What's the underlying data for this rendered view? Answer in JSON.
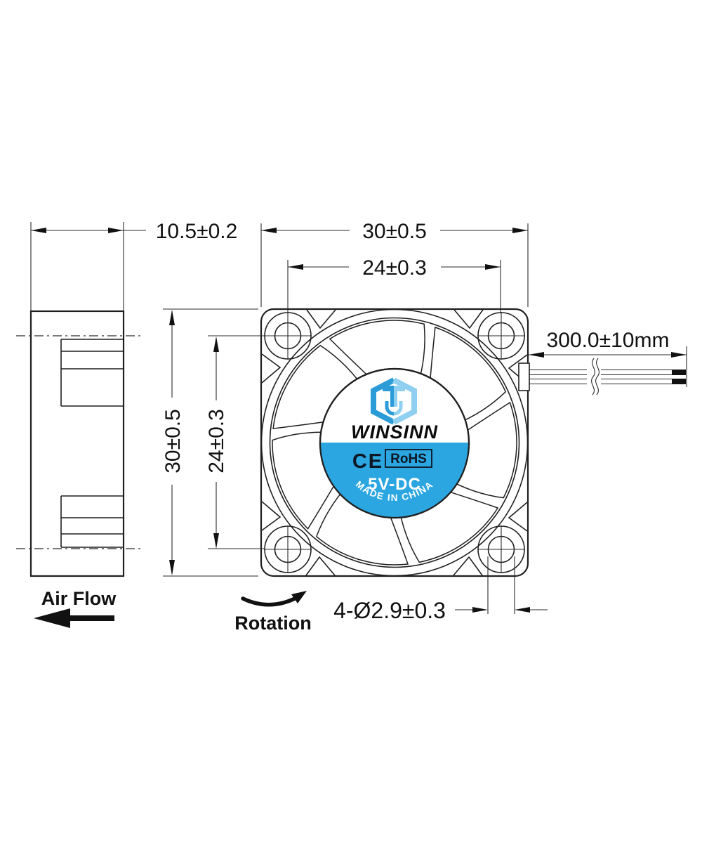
{
  "drawing": {
    "dimensions": {
      "depth": "10.5±0.2",
      "width_outer": "30±0.5",
      "hole_pitch_h": "24±0.3",
      "height_outer": "30±0.5",
      "hole_pitch_v": "24±0.3",
      "mounting_holes": "4-Ø2.9±0.3",
      "cable_length": "300.0±10mm"
    },
    "labels": {
      "air_flow": "Air Flow",
      "rotation": "Rotation"
    },
    "hub_label": {
      "brand": "WINSINN",
      "ce_mark": "CE",
      "rohs": "RoHS",
      "voltage": "5V-DC",
      "origin": "MADE IN CHINA"
    },
    "colors": {
      "line": "#1f1f1f",
      "hub_blue": "#2ba6e0",
      "logo_dark": "#2b9cd8",
      "logo_light": "#8fd0f0",
      "label_text_light": "#ffffff"
    }
  }
}
